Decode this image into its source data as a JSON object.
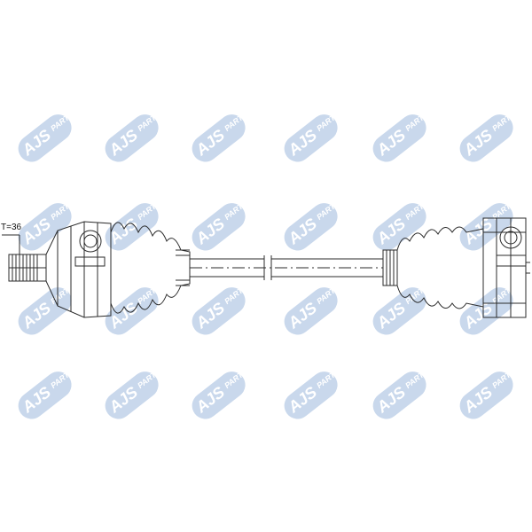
{
  "watermark": {
    "brand": "AJS",
    "suffix": "PARTS",
    "fill": "#c9d8ec",
    "text_color": "#ffffff"
  },
  "drawing": {
    "thread_label": "T=36",
    "line_color": "#2b2b2b"
  }
}
